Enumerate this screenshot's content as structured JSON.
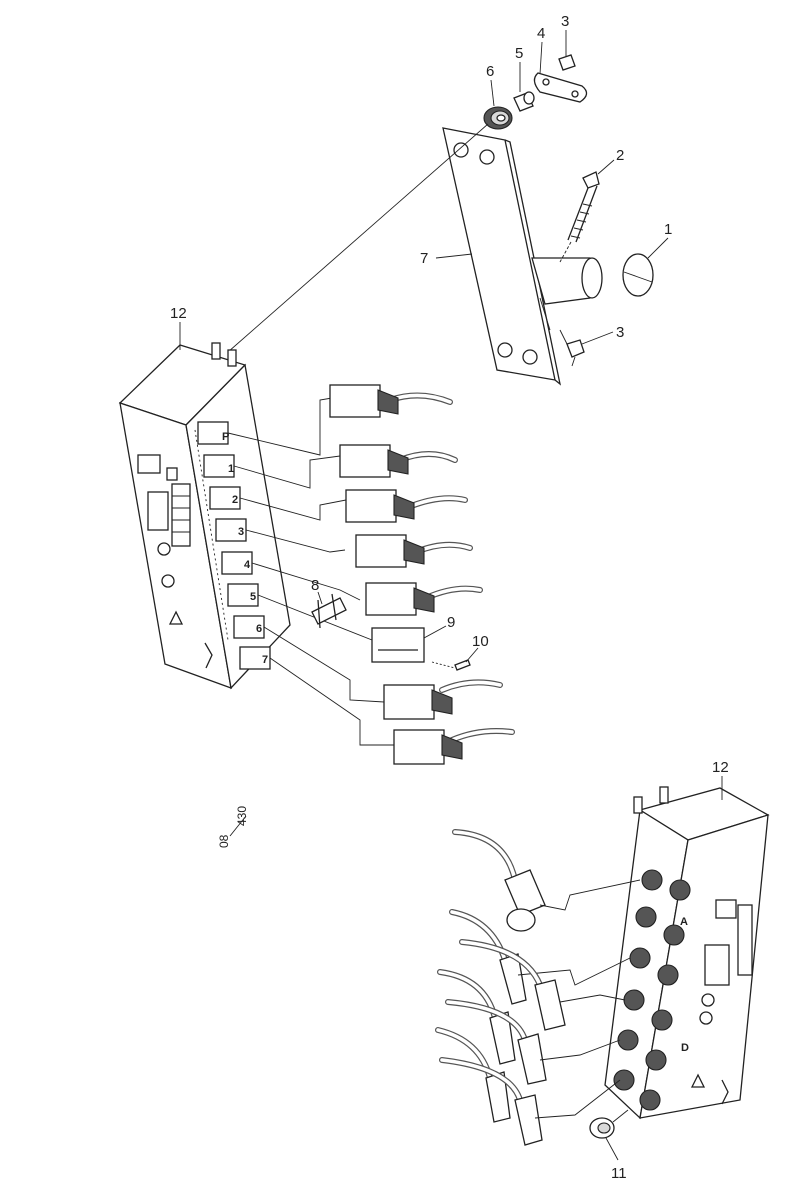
{
  "callouts": {
    "c1": "1",
    "c2": "2",
    "c3a": "3",
    "c3b": "3",
    "c4": "4",
    "c5": "5",
    "c6": "6",
    "c7": "7",
    "c8": "8",
    "c9": "9",
    "c10": "10",
    "c11": "11",
    "c12a": "12",
    "c12b": "12"
  },
  "ports": [
    "P",
    "1",
    "2",
    "3",
    "4",
    "5",
    "6",
    "7"
  ],
  "port_letters": {
    "a": "A",
    "d": "D"
  },
  "drawing_id": {
    "top": "08",
    "bottom": "430"
  }
}
